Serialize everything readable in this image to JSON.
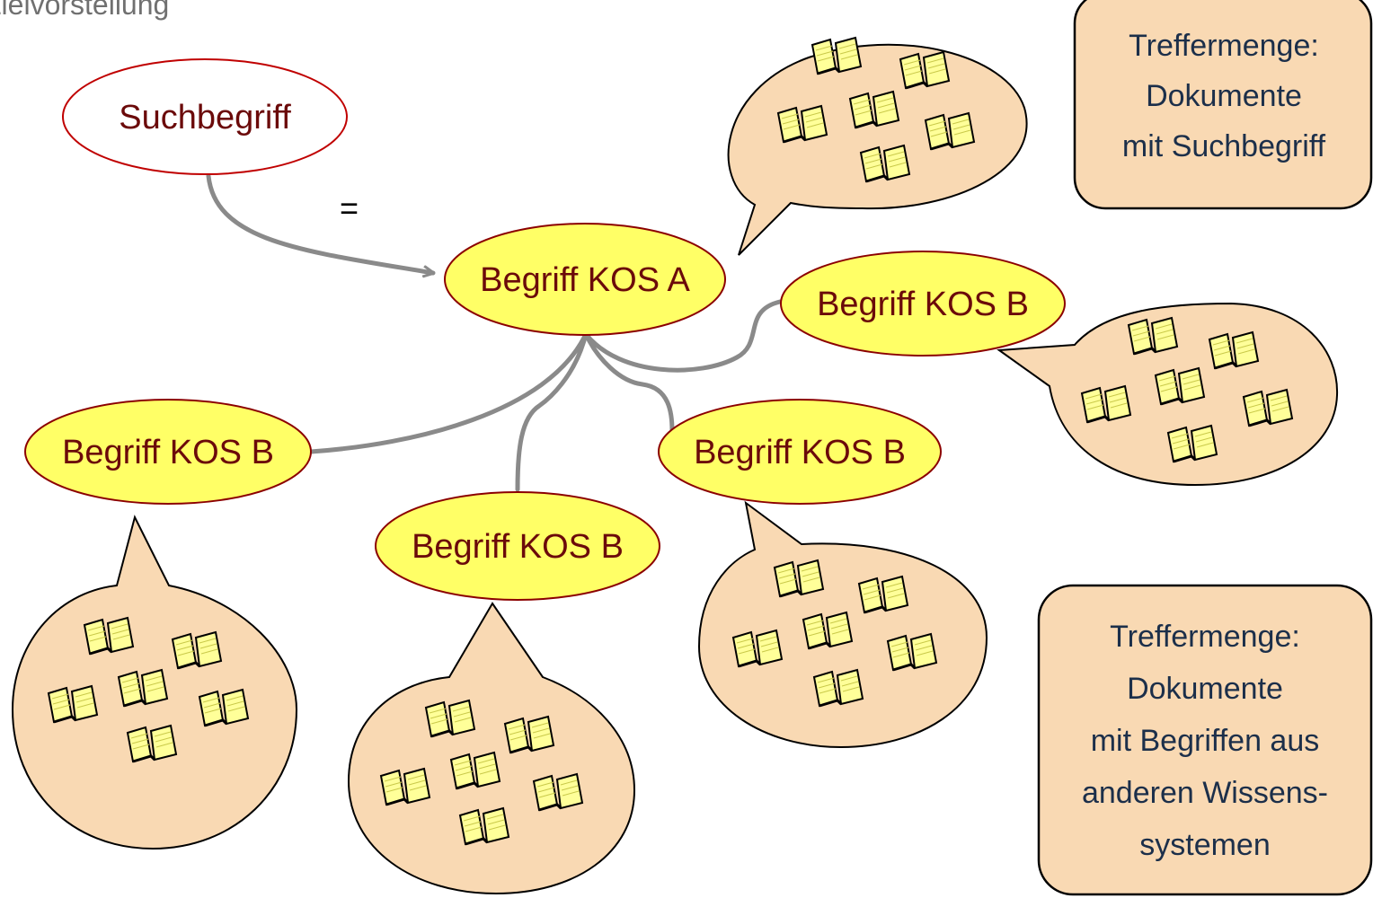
{
  "heading_fragment": "Zielvorstellung",
  "search_term": "Suchbegriff",
  "equals_sign": "=",
  "central_term": "Begriff KOS A",
  "related_terms": [
    "Begriff KOS B",
    "Begriff KOS B",
    "Begriff KOS B",
    "Begriff KOS B"
  ],
  "result_box_1": [
    "Treffermenge:",
    "Dokumente",
    "mit Suchbegriff"
  ],
  "result_box_2": [
    "Treffermenge:",
    "Dokumente",
    "mit Begriffen aus",
    "anderen Wissens-",
    "systemen"
  ],
  "colors": {
    "term_fill": "#ffff66",
    "term_stroke": "#8b0000",
    "bubble_fill": "#f9d9b3",
    "connector": "#8a8a8a",
    "box_text": "#1c2f4a"
  },
  "icons": [
    "open-book-icon"
  ]
}
